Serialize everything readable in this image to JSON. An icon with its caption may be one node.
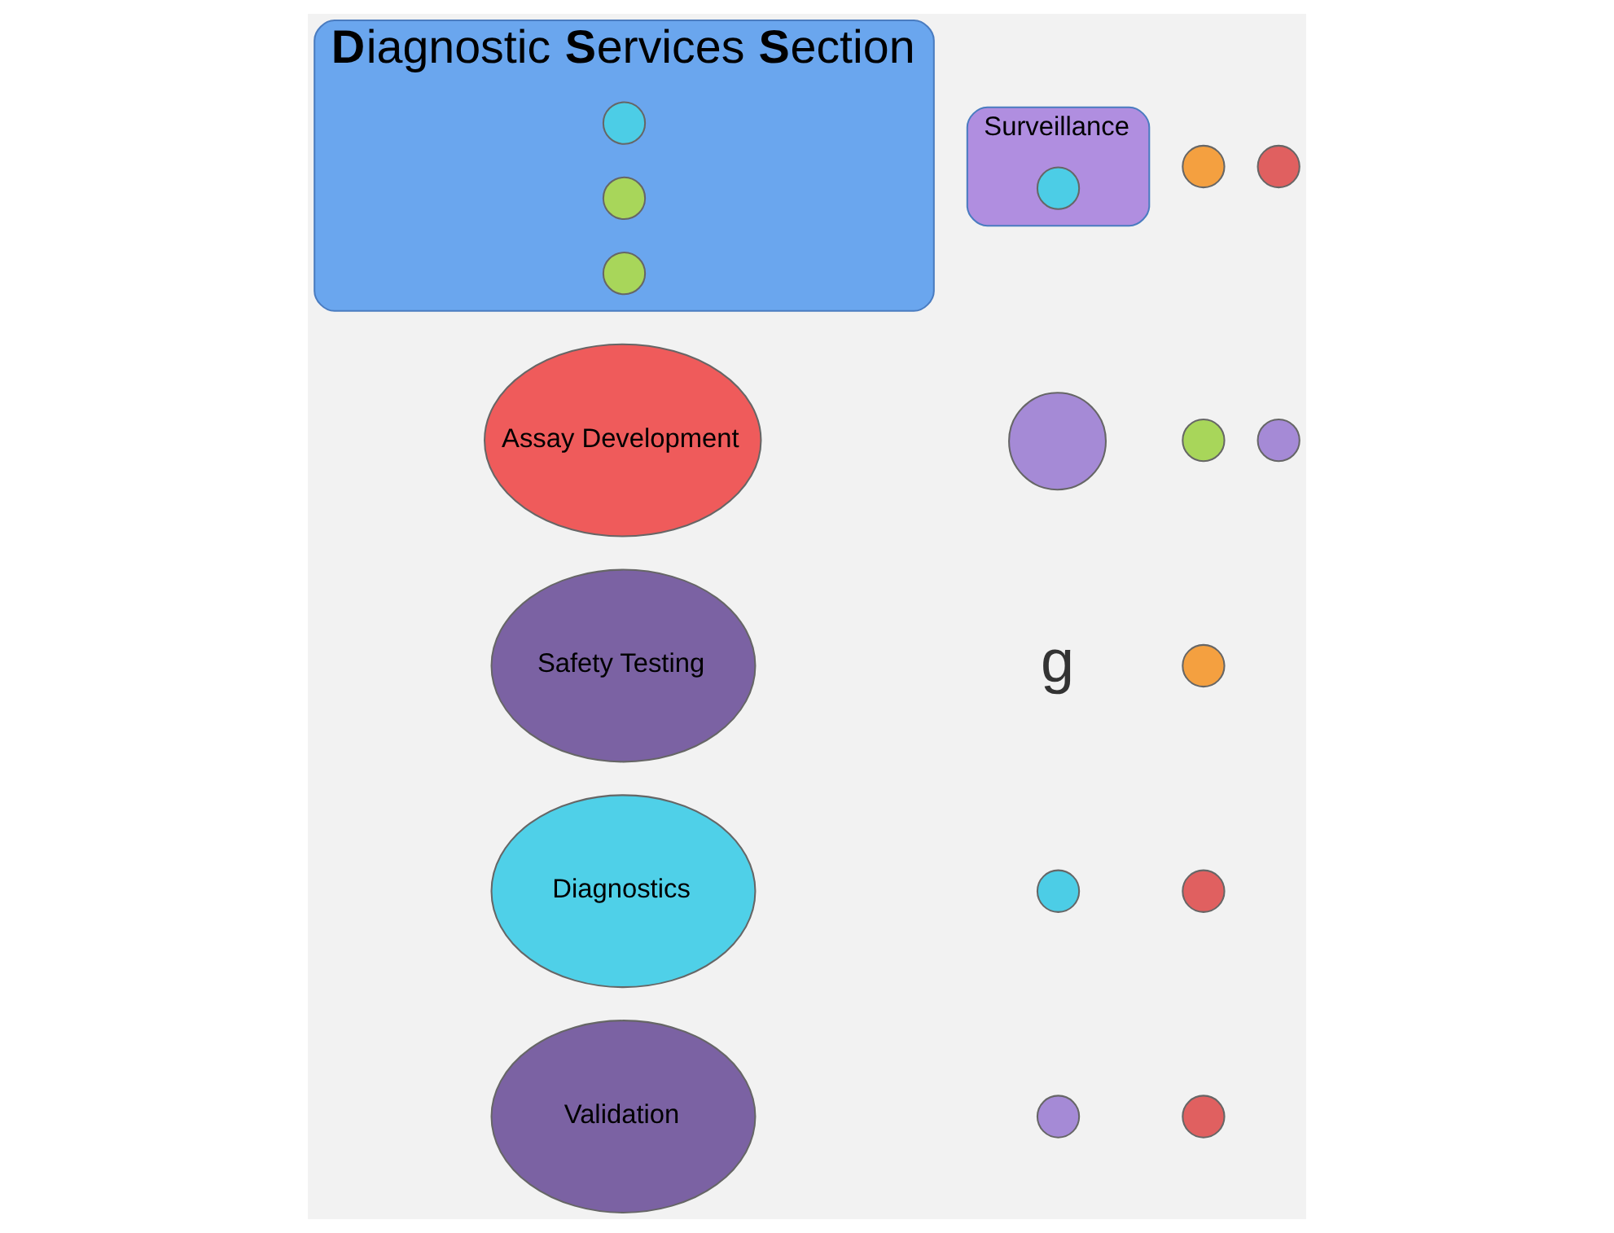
{
  "diagram": {
    "nodes": [
      {
        "text": [
          "Safety Testing"
        ]
      },
      {
        "text": [],
        "shape": "circle"
      },
      {
        "text": [
          "Diagnostics"
        ]
      },
      {
        "text": [],
        "shape": "circle"
      },
      {
        "text": [
          "**D**iagnostic **S**ervices **S**ection"
        ]
      },
      {
        "text": [],
        "shape": "circle",
        "in": 4
      },
      {
        "text": [],
        "shape": "circle",
        "in": 4
      },
      {
        "text": [],
        "shape": "circle",
        "in": 4
      },
      {
        "text": [
          "Assay Development"
        ]
      },
      {
        "text": [],
        "shape": "circle"
      },
      {
        "text": [],
        "shape": "circle"
      },
      {
        "text": [],
        "shape": "circle"
      },
      {
        "text": [
          "Surveillance"
        ]
      },
      {
        "text": [],
        "shape": "circle",
        "in": 12
      },
      {
        "text": [],
        "shape": "circle"
      },
      {
        "text": [],
        "shape": "circle"
      },
      {
        "text": [],
        "shape": "circle"
      },
      {
        "text": [],
        "shape": "circle"
      },
      {
        "text": [],
        "shape": "circle"
      },
      {
        "text": [
          "Validation"
        ]
      }
    ],
    "edges": [],
    "labels": [
      "g"
    ]
  }
}
